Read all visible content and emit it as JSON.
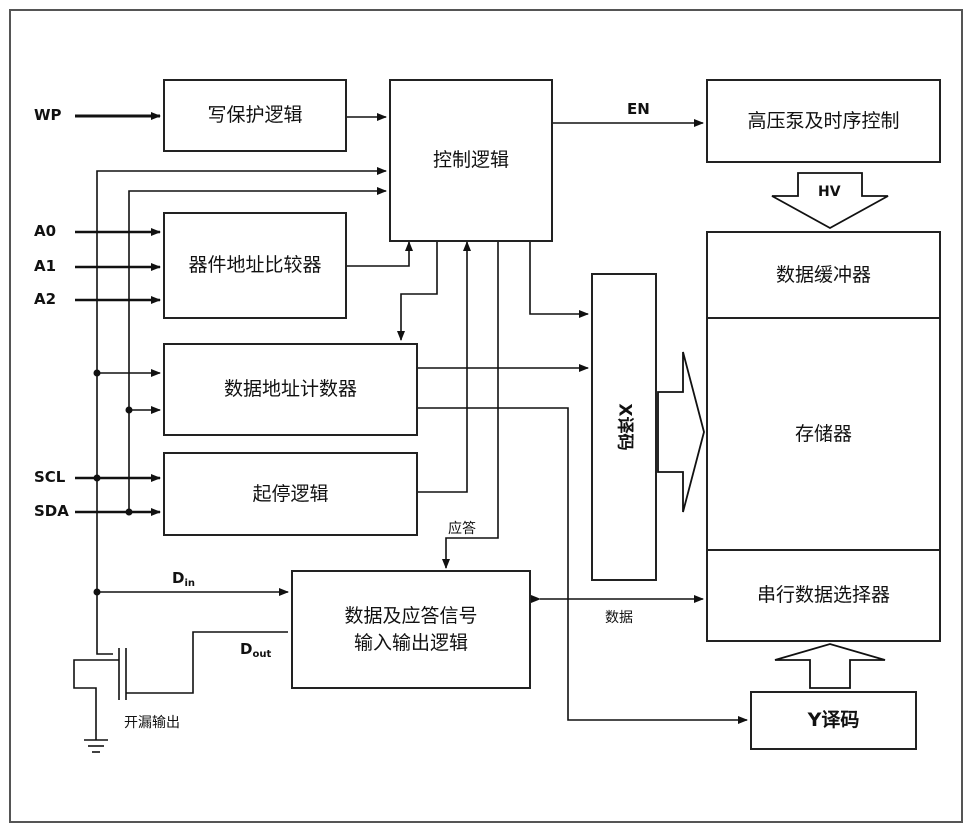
{
  "blocks": {
    "write_protect": "写保护逻辑",
    "control_logic": "控制逻辑",
    "hv_pump": "高压泵及时序控制",
    "device_addr_cmp": "器件地址比较器",
    "data_addr_counter": "数据地址计数器",
    "start_stop": "起停逻辑",
    "io_logic": "数据及应答信号\n输入输出逻辑",
    "x_decode": "X译码",
    "data_buffer": "数据缓冲器",
    "memory": "存储器",
    "serial_selector": "串行数据选择器",
    "y_decode": "Y译码"
  },
  "pins": {
    "wp": "WP",
    "a0": "A0",
    "a1": "A1",
    "a2": "A2",
    "scl": "SCL",
    "sda": "SDA"
  },
  "labels": {
    "en": "EN",
    "hv": "HV",
    "ack": "应答",
    "data": "数据",
    "din_main": "D",
    "din_sub": "in",
    "dout_main": "D",
    "dout_sub": "out",
    "open_drain": "开漏输出"
  }
}
